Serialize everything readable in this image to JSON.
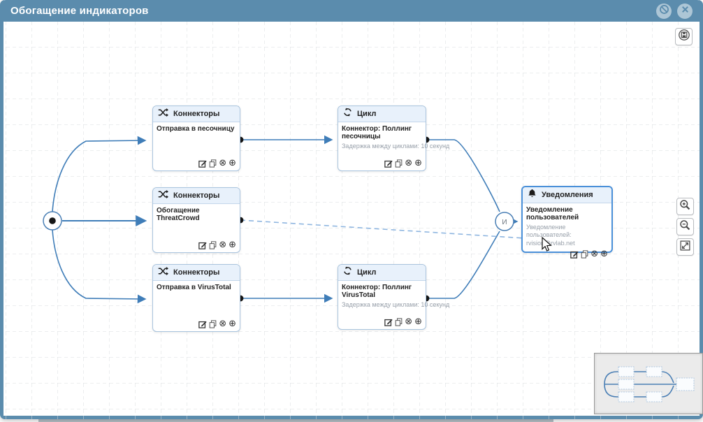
{
  "colors": {
    "titlebar_bg": "#5b8cad",
    "accent_link": "#3f7db8",
    "pending_link": "#8fb6e0",
    "node_border": "#a9c4de",
    "node_header_bg": "#e8f1fb",
    "selected_border": "#4a90d9"
  },
  "window": {
    "title": "Обогащение индикаторов",
    "icons": [
      {
        "name": "cancel-circle"
      },
      {
        "name": "close-circle"
      }
    ]
  },
  "canvas_controls": {
    "save": "save-disk",
    "zoom_in": "zoom-in-magnifier",
    "zoom_out": "zoom-out-magnifier",
    "fit": "fit-to-screen"
  },
  "junction": {
    "label": "И"
  },
  "nodes": [
    {
      "header": "Коннекторы",
      "icon": "shuffle",
      "line1": "Отправка в песочницу",
      "line2": ""
    },
    {
      "header": "Коннекторы",
      "icon": "shuffle",
      "line1": "Обогащение ThreatCrowd",
      "line2": ""
    },
    {
      "header": "Коннекторы",
      "icon": "shuffle",
      "line1": "Отправка в VirusTotal",
      "line2": ""
    },
    {
      "header": "Цикл",
      "icon": "loop",
      "line1": "Коннектор: Поллинг песочницы",
      "line2": "Задержка между циклами: 10 секунд"
    },
    {
      "header": "Цикл",
      "icon": "loop",
      "line1": "Коннектор: Поллинг VirusTotal",
      "line2": "Задержка между циклами: 10 секунд"
    },
    {
      "header": "Уведомления",
      "icon": "bell",
      "line1": "Уведомление пользователей",
      "line2": "Уведомление пользователей: rvision@rvlab.net",
      "selected": true
    }
  ],
  "node_actions": [
    {
      "name": "edit"
    },
    {
      "name": "copy"
    },
    {
      "name": "delete"
    },
    {
      "name": "add"
    }
  ],
  "glyphs": {
    "delete": "⊗",
    "add": "⊕"
  }
}
